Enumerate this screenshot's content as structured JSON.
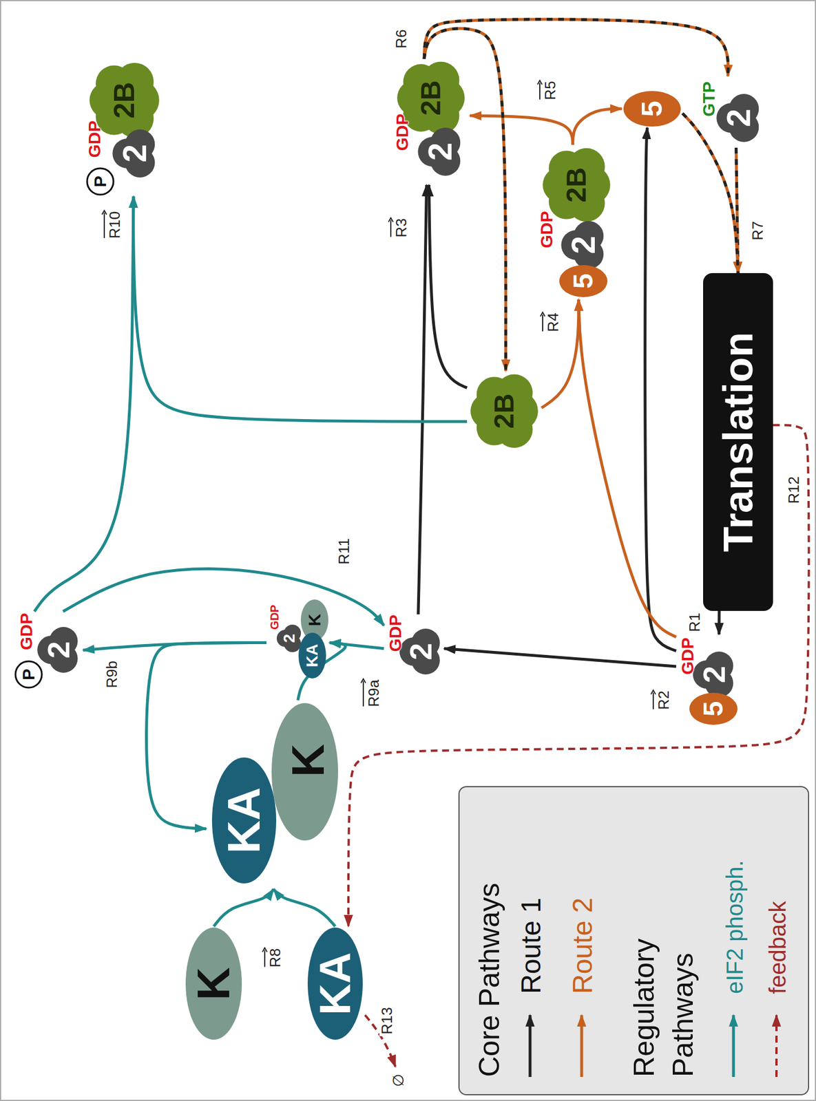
{
  "diagram": {
    "nodes": [
      {
        "text": [
          "P",
          "GDP",
          "2",
          "2B"
        ]
      },
      {
        "text": [
          "GDP",
          "2",
          "2B"
        ]
      },
      {
        "text": [
          "5",
          "GDP",
          "2",
          "2B"
        ]
      },
      {
        "text": [
          "5"
        ]
      },
      {
        "text": [
          "GTP",
          "2"
        ]
      },
      {
        "text": [
          "2B"
        ]
      },
      {
        "text": [
          "Translation"
        ]
      },
      {
        "text": [
          "P",
          "GDP",
          "2"
        ]
      },
      {
        "text": [
          "GDP",
          "2",
          "KA",
          "K"
        ]
      },
      {
        "text": [
          "GDP",
          "2"
        ]
      },
      {
        "text": [
          "5",
          "GDP",
          "2"
        ]
      },
      {
        "text": [
          "KA",
          "K"
        ]
      },
      {
        "text": [
          "K"
        ]
      },
      {
        "text": [
          "KA"
        ]
      }
    ],
    "edges": [
      {
        "from": 6,
        "to": 10,
        "arrow": "to"
      },
      {
        "from": 10,
        "to": 9,
        "arrow": "to"
      },
      {
        "from": 10,
        "to": 3,
        "arrow": "to"
      },
      {
        "from": 9,
        "to": 1,
        "arrow": "to"
      },
      {
        "from": 5,
        "to": 1,
        "arrow": "to"
      },
      {
        "from": 10,
        "to": 2,
        "arrow": "to"
      },
      {
        "from": 5,
        "to": 2,
        "arrow": "to"
      },
      {
        "from": 2,
        "to": 1,
        "arrow": "to"
      },
      {
        "from": 2,
        "to": 3,
        "arrow": "to"
      },
      {
        "from": 1,
        "to": 4,
        "arrow": "to"
      },
      {
        "from": 1,
        "to": 5,
        "arrow": "to"
      },
      {
        "from": 4,
        "to": 6,
        "arrow": "to"
      },
      {
        "from": 3,
        "to": 6,
        "arrow": "to"
      },
      {
        "from": 12,
        "to": 11,
        "arrow": "to"
      },
      {
        "from": 13,
        "to": 11,
        "arrow": "to"
      },
      {
        "from": 9,
        "to": 8,
        "arrow": "to"
      },
      {
        "from": 11,
        "to": 8,
        "arrow": "to"
      },
      {
        "from": 8,
        "to": 7,
        "arrow": "to"
      },
      {
        "from": 8,
        "to": 11,
        "arrow": "to"
      },
      {
        "from": 7,
        "to": 0,
        "arrow": "to"
      },
      {
        "from": 5,
        "to": 0,
        "arrow": "to"
      },
      {
        "from": 7,
        "to": 9,
        "arrow": "to"
      },
      {
        "from": 6,
        "to": 13,
        "arrow": "to"
      }
    ],
    "labels": [
      "R10",
      "R3",
      "R5",
      "R4",
      "R6",
      "R7",
      "R1",
      "R2",
      "R11",
      "R12",
      "R9b",
      "R9a",
      "R8",
      "R13",
      "∅"
    ],
    "legend": [
      {
        "text": "Core Pathways"
      },
      {
        "text": "Route 1"
      },
      {
        "text": "Route 2"
      },
      {
        "text": "Regulatory Pathways"
      },
      {
        "text": "eIF2 phosph."
      },
      {
        "text": "feedback"
      }
    ]
  }
}
